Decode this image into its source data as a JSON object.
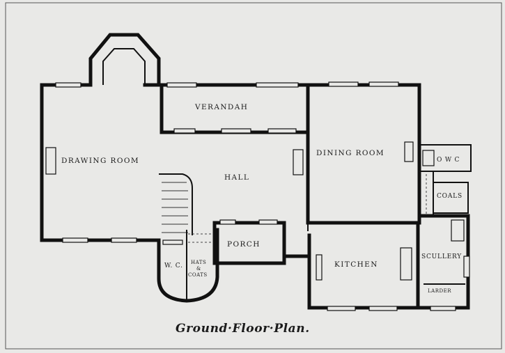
{
  "rooms": {
    "drawing_room": "DRAWING ROOM",
    "verandah": "VERANDAH",
    "hall": "HALL",
    "dining_room": "DINING ROOM",
    "owc": "O W C",
    "coals": "COALS",
    "kitchen": "KITCHEN",
    "scullery": "SCULLERY",
    "larder": "LARDER",
    "porch": "PORCH",
    "wc": "W. C.",
    "hats": "HATS",
    "amp": "&",
    "coats": "COATS"
  },
  "caption": "Ground·Floor·Plan."
}
